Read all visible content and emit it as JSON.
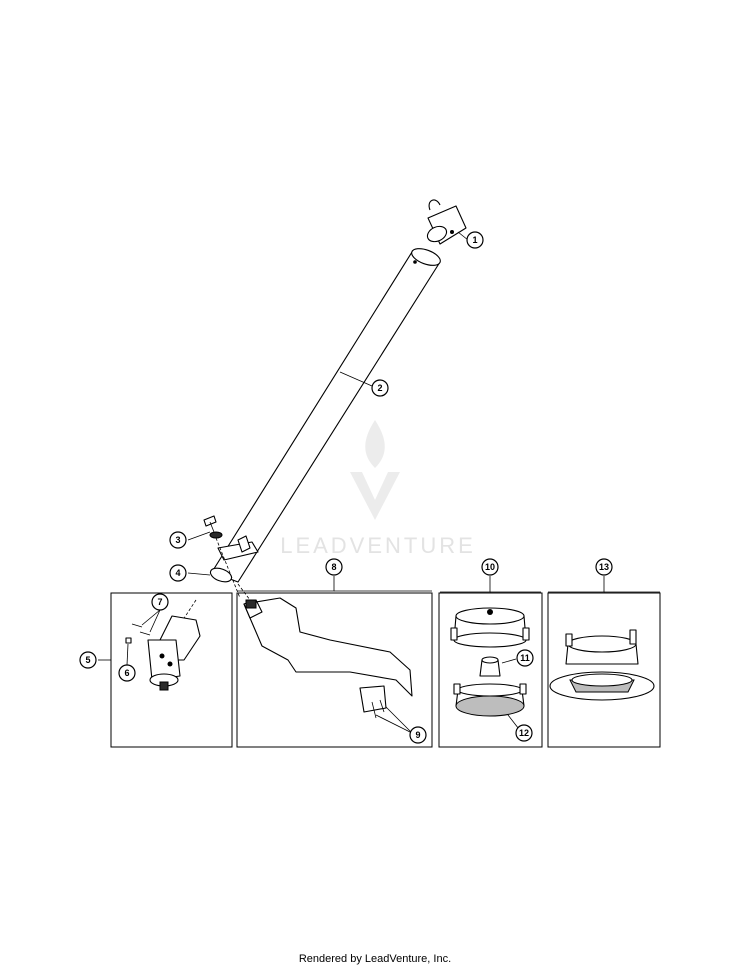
{
  "callouts": {
    "c1": "1",
    "c2": "2",
    "c3": "3",
    "c4": "4",
    "c5": "5",
    "c6": "6",
    "c7": "7",
    "c8": "8",
    "c9": "9",
    "c10": "10",
    "c11": "11",
    "c12": "12",
    "c13": "13"
  },
  "watermark": {
    "text": "LEADVENTURE",
    "color": "#e3e3e3"
  },
  "footer": {
    "text": "Rendered by LeadVenture, Inc."
  }
}
